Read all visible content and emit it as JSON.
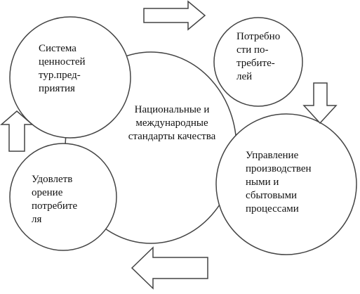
{
  "diagram": {
    "center": {
      "label": "Национальные и\nмеждународные\nстандарты качества"
    },
    "nodes": {
      "values": {
        "label": "Система\nценностей\nтур.пред-\nприятия"
      },
      "needs": {
        "label": "Потребно\nсти  по-\nтребите-\nлей"
      },
      "management": {
        "label": "Управление\nпроизводствен\nными и\nсбытовыми\nпроцессами"
      },
      "satisfaction": {
        "label": "Удовлетв\nорение\nпотребите\nля"
      }
    },
    "arrows": {
      "top": "right",
      "right": "down",
      "bottom": "left",
      "left": "up"
    },
    "colors": {
      "stroke": "#444444",
      "fill": "#ffffff",
      "text": "#111111"
    }
  }
}
